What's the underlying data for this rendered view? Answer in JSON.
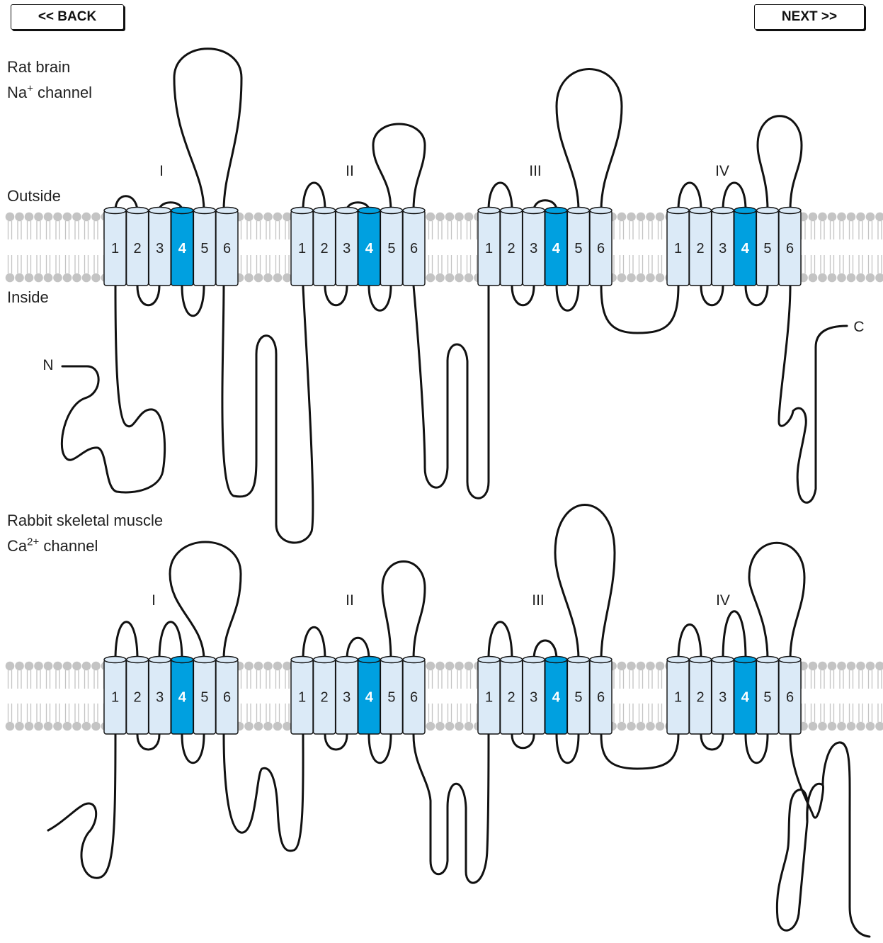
{
  "nav": {
    "back_label": "<< BACK",
    "next_label": "NEXT >>"
  },
  "colors": {
    "segment_fill": "#dbeaf7",
    "voltage_sensor_fill": "#00a0e0",
    "lipid": "#c4c4c4",
    "line": "#111111"
  },
  "upper": {
    "title_line1": "Rat brain",
    "title_line2_base": "Na",
    "title_line2_sup": "+",
    "title_line2_rest": " channel",
    "outside_label": "Outside",
    "inside_label": "Inside",
    "n_terminus": "N",
    "c_terminus": "C",
    "domains": [
      "I",
      "II",
      "III",
      "IV"
    ]
  },
  "lower": {
    "title_line1": "Rabbit skeletal muscle",
    "title_line2_base": "Ca",
    "title_line2_sup": "2+",
    "title_line2_rest": " channel",
    "domains": [
      "I",
      "II",
      "III",
      "IV"
    ]
  },
  "segment_labels": [
    "1",
    "2",
    "3",
    "4",
    "5",
    "6"
  ],
  "voltage_sensor_segment": "4"
}
